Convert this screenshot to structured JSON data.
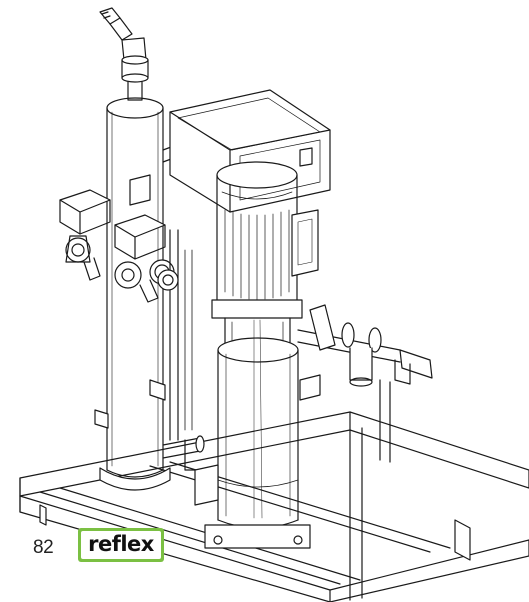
{
  "page": {
    "number": "82"
  },
  "brand": {
    "logo_text": "reflex",
    "logo_color": "#7bc043"
  },
  "illustration": {
    "subject": "pump-unit-drawing"
  }
}
